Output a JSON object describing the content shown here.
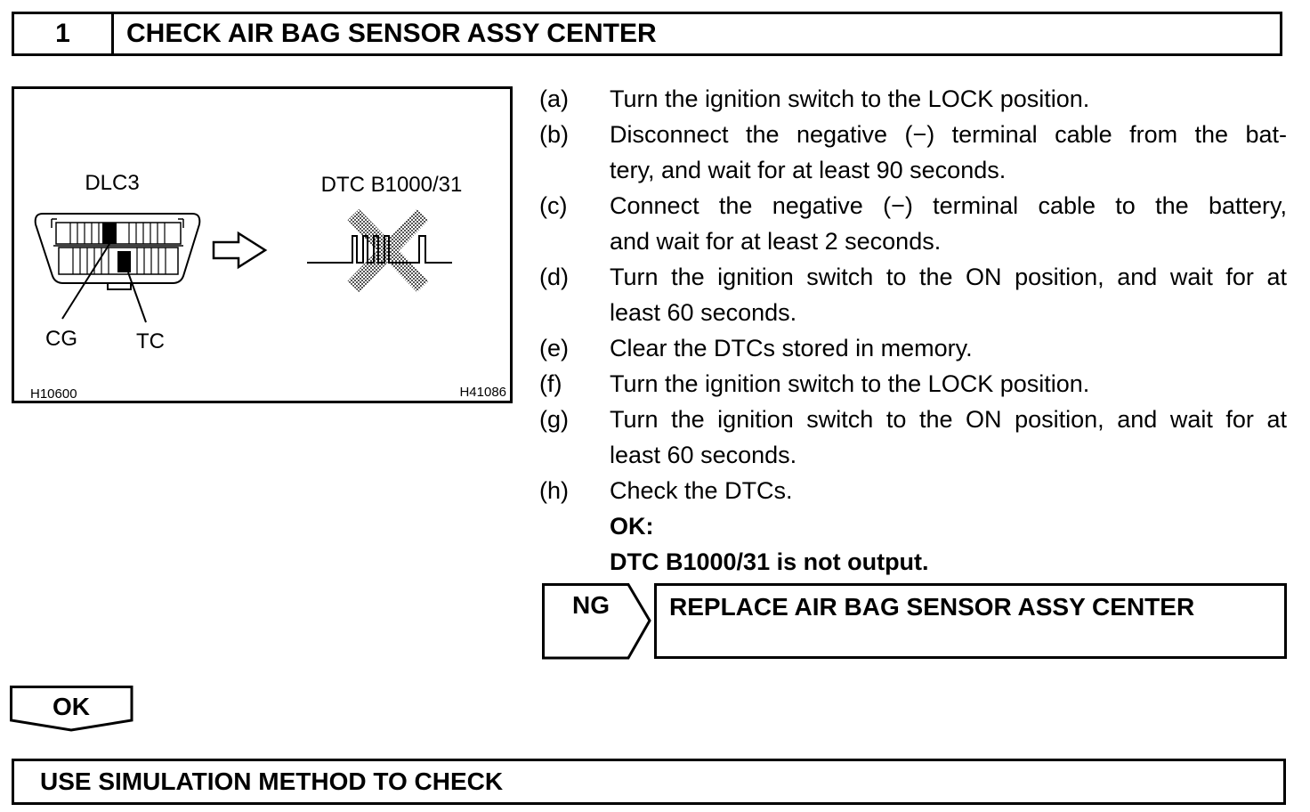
{
  "header": {
    "step_number": "1",
    "title": "CHECK AIR BAG SENSOR ASSY CENTER"
  },
  "figure": {
    "label_dlc3": "DLC3",
    "label_dtc": "DTC B1000/31",
    "label_cg": "CG",
    "label_tc": "TC",
    "code_left": "H10600",
    "code_right": "H41086"
  },
  "steps": [
    {
      "letter": "(a)",
      "lines": [
        "Turn the ignition switch to the LOCK position."
      ]
    },
    {
      "letter": "(b)",
      "lines": [
        "Disconnect the negative (−) terminal cable from the bat-",
        "tery, and wait for at least 90 seconds."
      ]
    },
    {
      "letter": "(c)",
      "lines": [
        "Connect the negative (−) terminal cable to the battery,",
        "and wait for at least 2 seconds."
      ]
    },
    {
      "letter": "(d)",
      "lines": [
        "Turn the ignition switch to the ON position, and wait for at",
        "least 60 seconds."
      ]
    },
    {
      "letter": "(e)",
      "lines": [
        "Clear the DTCs stored in memory."
      ]
    },
    {
      "letter": "(f)",
      "lines": [
        "Turn the ignition switch to the LOCK position."
      ]
    },
    {
      "letter": "(g)",
      "lines": [
        "Turn the ignition switch to the ON position, and wait for at",
        "least 60 seconds."
      ]
    },
    {
      "letter": "(h)",
      "lines": [
        "Check the DTCs."
      ]
    }
  ],
  "result": {
    "label": "OK:",
    "text": "DTC B1000/31 is not output."
  },
  "ng": {
    "label": "NG",
    "action": "REPLACE AIR BAG SENSOR ASSY CENTER"
  },
  "ok": {
    "label": "OK"
  },
  "next": {
    "title": "USE SIMULATION METHOD TO CHECK"
  }
}
